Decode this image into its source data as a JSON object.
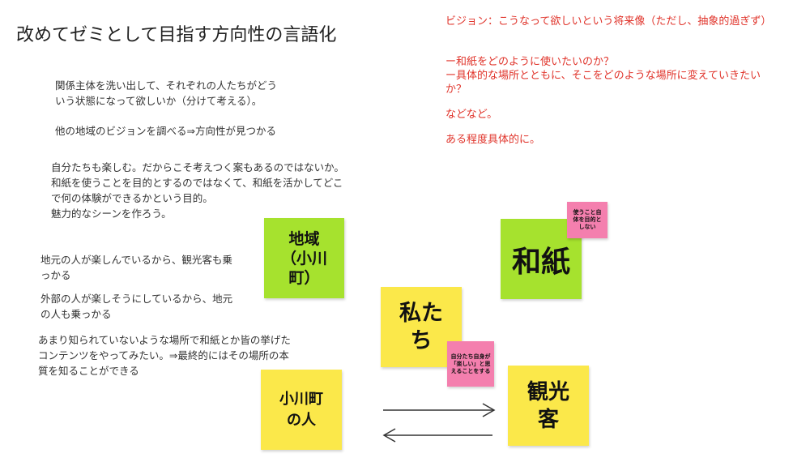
{
  "title": "改めてゼミとして目指す方向性の言語化",
  "vision": {
    "heading": "ビジョン：こうなって欲しいという将来像（ただし、抽象的過ぎず）",
    "line1": "ー和紙をどのように使いたいのか？",
    "line2a": "ー具体的な場所とともに、そこをどのような場所に変えていきたい",
    "line2b": "か？",
    "line3": "などなど。",
    "line4": "ある程度具体的に。"
  },
  "notes": {
    "n1a": "関係主体を洗い出して、それぞれの人たちがどう",
    "n1b": "いう状態になって欲しいか（分けて考える）。",
    "n2": "他の地域のビジョンを調べる⇒方向性が見つかる",
    "n3a": "自分たちも楽しむ。だからこそ考えつく案もあるのではないか。",
    "n3b": "和紙を使うことを目的とするのではなくて、和紙を活かしてどこ",
    "n3c": "で何の体験ができるかという目的。",
    "n3d": "魅力的なシーンを作ろう。",
    "n4a": "地元の人が楽しんでいるから、観光客も乗",
    "n4b": "っかる",
    "n5a": "外部の人が楽しそうにしているから、地元",
    "n5b": "の人も乗っかる",
    "n6a": "あまり知られていないような場所で和紙とか皆の挙げた",
    "n6b": "コンテンツをやってみたい。⇒最終的にはその場所の本",
    "n6c": "質を知ることができる"
  },
  "stickies": {
    "region_1": "地域",
    "region_2": "（小川",
    "region_3": "町）",
    "washi": "和紙",
    "us_1": "私た",
    "us_2": "ち",
    "locals_1": "小川町",
    "locals_2": "の人",
    "tourists_1": "観光",
    "tourists_2": "客",
    "pink_washi_1": "使うこと自",
    "pink_washi_2": "体を目的と",
    "pink_washi_3": "しない",
    "pink_us_1": "自分たち自身が",
    "pink_us_2": "「楽しい」と思",
    "pink_us_3": "えることをする"
  },
  "colors": {
    "green": "#a6e22e",
    "yellow": "#fbe84a",
    "pink": "#f47fae",
    "red_text": "#e0342b"
  }
}
